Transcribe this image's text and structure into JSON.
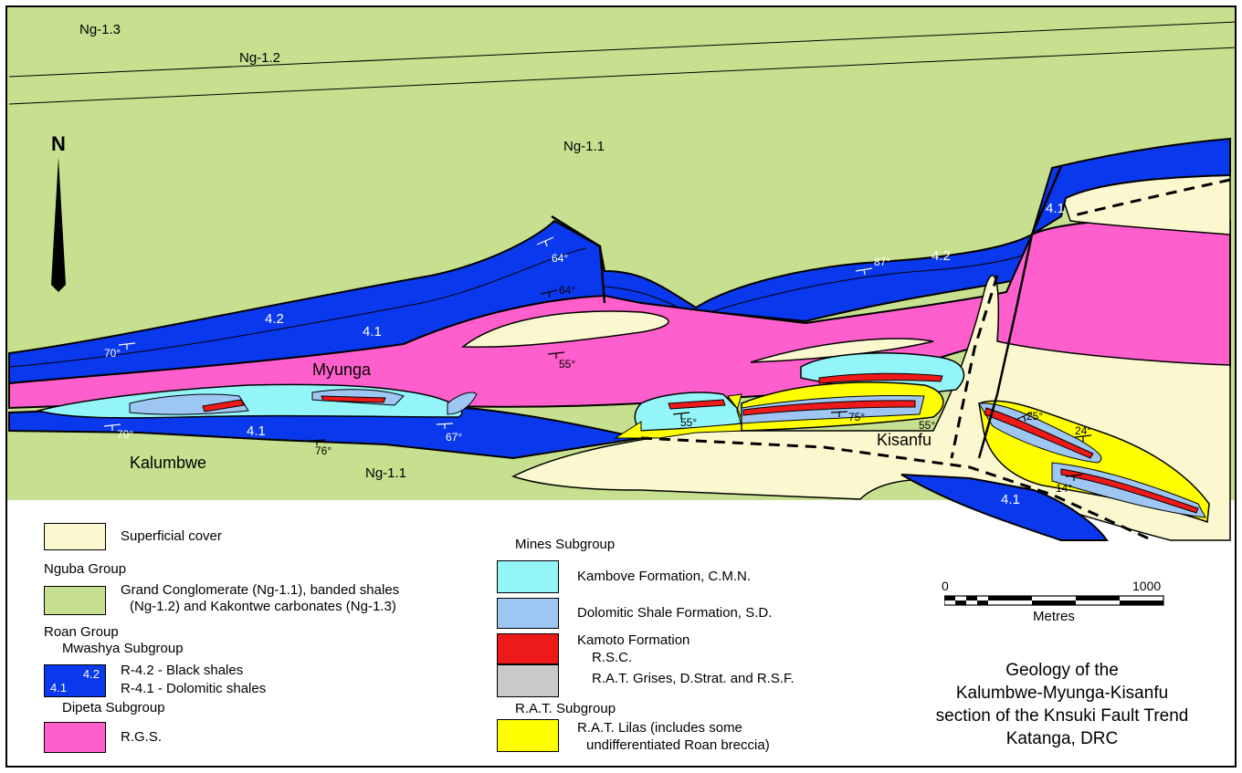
{
  "colors": {
    "superficial": "#fbf8cf",
    "nguba": "#c6e08f",
    "mwashya": "#0a38ec",
    "rgs": "#ff5fcc",
    "kambove": "#93f5f8",
    "sd": "#9ec6f3",
    "rsc": "#ee1a1a",
    "grises": "#c9c9c9",
    "lilas": "#ffff00"
  },
  "north_arrow": {
    "label": "N"
  },
  "map_labels": {
    "ng13": "Ng-1.3",
    "ng12": "Ng-1.2",
    "ng11_top": "Ng-1.1",
    "ng11_bottom": "Ng-1.1",
    "myunga": "Myunga",
    "kalumbwe": "Kalumbwe",
    "kisanfu": "Kisanfu",
    "u42_west": "4.2",
    "u41_west": "4.1",
    "u42_east": "4.2",
    "u41_ne": "4.1",
    "u41_south": "4.1",
    "u41_se": "4.1"
  },
  "dips": {
    "d70a": "70°",
    "d64a": "64°",
    "d64b": "64°",
    "d55a": "55°",
    "d87": "87°",
    "d70b": "70°",
    "d76": "76°",
    "d67": "67°",
    "d55b": "55°",
    "d75": "75°",
    "d55c": "55°",
    "d25": "25°",
    "d24": "24°",
    "d14": "14°"
  },
  "legend": {
    "superficial": "Superficial cover",
    "nguba_group": "Nguba Group",
    "nguba_line1": "Grand Conglomerate (Ng-1.1), banded shales",
    "nguba_line2": "(Ng-1.2) and Kakontwe carbonates (Ng-1.3)",
    "roan_group": "Roan Group",
    "mwashya_subgroup": "Mwashya Subgroup",
    "r42": "R-4.2 - Black shales",
    "r41": "R-4.1 - Dolomitic shales",
    "swatch_42": "4.2",
    "swatch_41": "4.1",
    "dipeta_subgroup": "Dipeta Subgroup",
    "rgs": "R.G.S.",
    "mines_subgroup": "Mines Subgroup",
    "kambove": "Kambove Formation, C.M.N.",
    "sd": "Dolomitic Shale Formation, S.D.",
    "kamoto": "Kamoto Formation",
    "rsc": "R.S.C.",
    "grises": "R.A.T. Grises, D.Strat. and R.S.F.",
    "rat_subgroup": "R.A.T. Subgroup",
    "lilas_line1": "R.A.T. Lilas (includes some",
    "lilas_line2": "undifferentiated Roan breccia)"
  },
  "scale_bar": {
    "start": "0",
    "end": "1000",
    "unit": "Metres"
  },
  "title": {
    "line1": "Geology of the",
    "line2": "Kalumbwe-Myunga-Kisanfu",
    "line3": "section of the Knsuki Fault Trend",
    "line4": "Katanga, DRC"
  }
}
